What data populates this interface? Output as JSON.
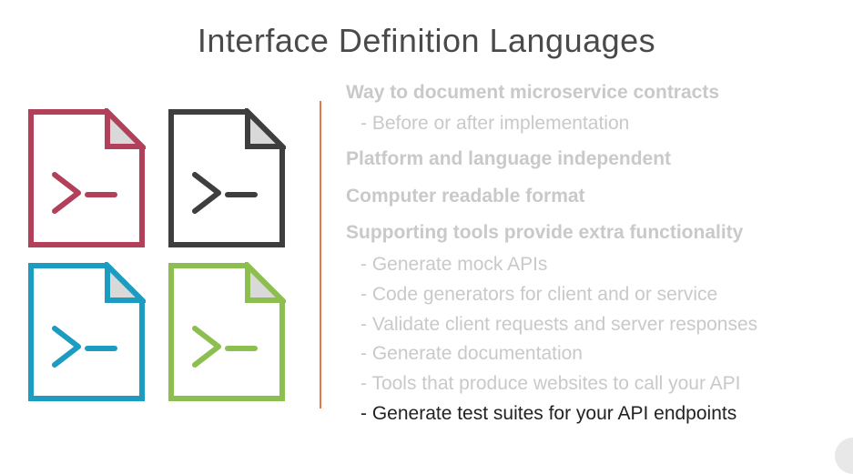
{
  "slide": {
    "title": "Interface Definition Languages"
  },
  "icons": [
    {
      "name": "terminal-file-icon-red",
      "color": "#b3405a",
      "glyph": ">-"
    },
    {
      "name": "terminal-file-icon-dark",
      "color": "#3e3e3e",
      "glyph": ">-"
    },
    {
      "name": "terminal-file-icon-blue",
      "color": "#1b9cc0",
      "glyph": ">-"
    },
    {
      "name": "terminal-file-icon-green",
      "color": "#8cbf4f",
      "glyph": ">-"
    }
  ],
  "bullets": [
    {
      "type": "main",
      "text": "Way to document microservice contracts"
    },
    {
      "type": "sub",
      "text": "- Before or after implementation"
    },
    {
      "type": "main",
      "text": "Platform and language independent"
    },
    {
      "type": "main",
      "text": "Computer readable format"
    },
    {
      "type": "main",
      "text": "Supporting tools provide extra functionality"
    },
    {
      "type": "sub",
      "text": "- Generate mock APIs"
    },
    {
      "type": "sub",
      "text": "- Code generators for client and or service"
    },
    {
      "type": "sub",
      "text": "- Validate client requests and server responses"
    },
    {
      "type": "sub",
      "text": "- Generate documentation"
    },
    {
      "type": "sub",
      "text": "- Tools that produce websites to call your API"
    },
    {
      "type": "sub",
      "text": "- Generate test suites for your API endpoints",
      "active": true
    }
  ],
  "colors": {
    "divider": "#e27a4a",
    "inactive_text": "#c9c9c9",
    "active_text": "#222222",
    "title": "#4a4a4a"
  }
}
